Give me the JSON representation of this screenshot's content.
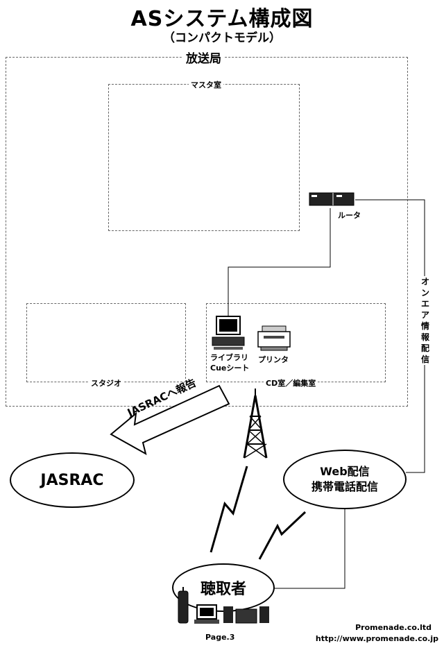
{
  "title": "ASシステム構成図",
  "subtitle": "（コンパクトモデル）",
  "zones": {
    "broadcast": "放送局",
    "master": "マスタ室",
    "studio": "スタジオ",
    "cd_room": "CD室／編集室"
  },
  "devices": {
    "router": "ルータ",
    "library_line1": "ライブラリ",
    "library_line2": "Cueシート",
    "printer": "プリンタ"
  },
  "arrow_label": "JASRACへ報告",
  "onair_label": [
    "オ",
    "ン",
    "エ",
    "ア",
    "情",
    "報",
    "配",
    "信"
  ],
  "ellipses": {
    "jasrac": "JASRAC",
    "web_line1": "Web配信",
    "web_line2": "携帯電話配信",
    "listener": "聴取者"
  },
  "footer": {
    "page": "Page.3",
    "company": "Promenade.co.ltd",
    "url": "http://www.promenade.co.jp"
  }
}
